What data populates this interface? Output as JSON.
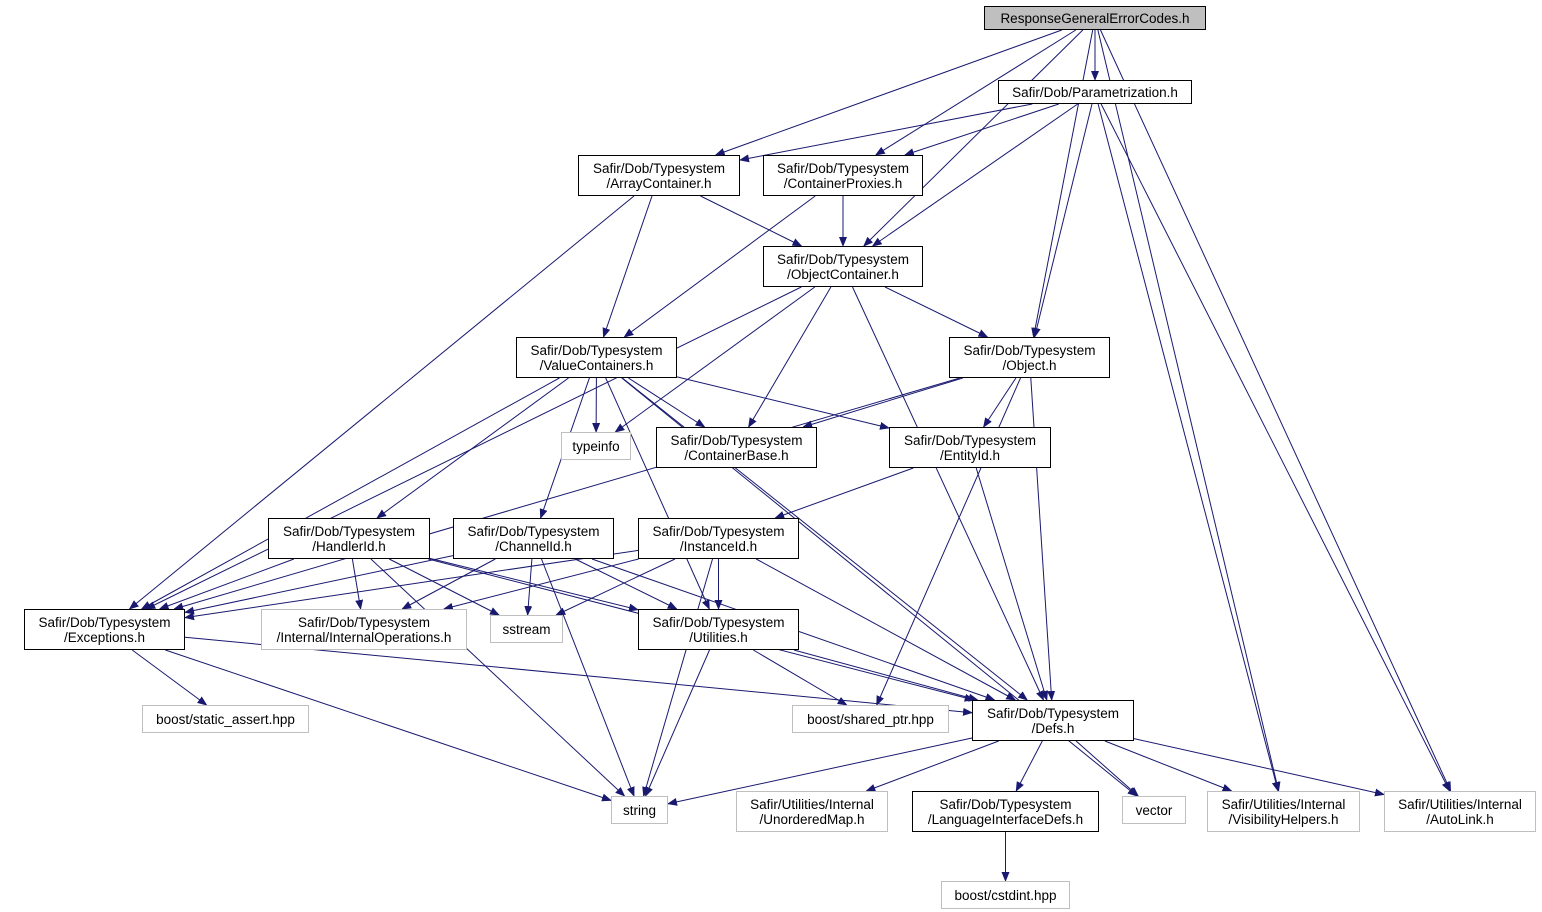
{
  "colors": {
    "edge": "#191970",
    "node_border": "#000000",
    "ext_border": "#bfbfbf",
    "root_fill": "#bfbfbf"
  },
  "nodes": {
    "root": {
      "lines": [
        "ResponseGeneralErrorCodes.h"
      ],
      "kind": "root"
    },
    "param": {
      "lines": [
        "Safir/Dob/Parametrization.h"
      ],
      "kind": "internal"
    },
    "arraycont": {
      "lines": [
        "Safir/Dob/Typesystem",
        "/ArrayContainer.h"
      ],
      "kind": "internal"
    },
    "contprox": {
      "lines": [
        "Safir/Dob/Typesystem",
        "/ContainerProxies.h"
      ],
      "kind": "internal"
    },
    "objcont": {
      "lines": [
        "Safir/Dob/Typesystem",
        "/ObjectContainer.h"
      ],
      "kind": "internal"
    },
    "valcont": {
      "lines": [
        "Safir/Dob/Typesystem",
        "/ValueContainers.h"
      ],
      "kind": "internal"
    },
    "object": {
      "lines": [
        "Safir/Dob/Typesystem",
        "/Object.h"
      ],
      "kind": "internal"
    },
    "typeinfo": {
      "lines": [
        "typeinfo"
      ],
      "kind": "external"
    },
    "contbase": {
      "lines": [
        "Safir/Dob/Typesystem",
        "/ContainerBase.h"
      ],
      "kind": "internal"
    },
    "entityid": {
      "lines": [
        "Safir/Dob/Typesystem",
        "/EntityId.h"
      ],
      "kind": "internal"
    },
    "handlerid": {
      "lines": [
        "Safir/Dob/Typesystem",
        "/HandlerId.h"
      ],
      "kind": "internal"
    },
    "channelid": {
      "lines": [
        "Safir/Dob/Typesystem",
        "/ChannelId.h"
      ],
      "kind": "internal"
    },
    "instanceid": {
      "lines": [
        "Safir/Dob/Typesystem",
        "/InstanceId.h"
      ],
      "kind": "internal"
    },
    "exceptions": {
      "lines": [
        "Safir/Dob/Typesystem",
        "/Exceptions.h"
      ],
      "kind": "internal"
    },
    "internalops": {
      "lines": [
        "Safir/Dob/Typesystem",
        "/Internal/InternalOperations.h"
      ],
      "kind": "external"
    },
    "sstream": {
      "lines": [
        "sstream"
      ],
      "kind": "external"
    },
    "utilities": {
      "lines": [
        "Safir/Dob/Typesystem",
        "/Utilities.h"
      ],
      "kind": "internal"
    },
    "staticassert": {
      "lines": [
        "boost/static_assert.hpp"
      ],
      "kind": "external"
    },
    "sharedptr": {
      "lines": [
        "boost/shared_ptr.hpp"
      ],
      "kind": "external"
    },
    "defs": {
      "lines": [
        "Safir/Dob/Typesystem",
        "/Defs.h"
      ],
      "kind": "internal"
    },
    "string": {
      "lines": [
        "string"
      ],
      "kind": "external"
    },
    "unorderedmap": {
      "lines": [
        "Safir/Utilities/Internal",
        "/UnorderedMap.h"
      ],
      "kind": "external"
    },
    "langdefs": {
      "lines": [
        "Safir/Dob/Typesystem",
        "/LanguageInterfaceDefs.h"
      ],
      "kind": "internal"
    },
    "vector": {
      "lines": [
        "vector"
      ],
      "kind": "external"
    },
    "visibility": {
      "lines": [
        "Safir/Utilities/Internal",
        "/VisibilityHelpers.h"
      ],
      "kind": "external"
    },
    "autolink": {
      "lines": [
        "Safir/Utilities/Internal",
        "/AutoLink.h"
      ],
      "kind": "external"
    },
    "cstdint": {
      "lines": [
        "boost/cstdint.hpp"
      ],
      "kind": "external"
    }
  },
  "edges": [
    [
      "root",
      "param"
    ],
    [
      "root",
      "arraycont"
    ],
    [
      "root",
      "contprox"
    ],
    [
      "root",
      "objcont"
    ],
    [
      "root",
      "object"
    ],
    [
      "root",
      "visibility"
    ],
    [
      "root",
      "autolink"
    ],
    [
      "param",
      "arraycont"
    ],
    [
      "param",
      "contprox"
    ],
    [
      "param",
      "objcont"
    ],
    [
      "param",
      "object"
    ],
    [
      "param",
      "visibility"
    ],
    [
      "param",
      "autolink"
    ],
    [
      "arraycont",
      "objcont"
    ],
    [
      "arraycont",
      "valcont"
    ],
    [
      "arraycont",
      "exceptions"
    ],
    [
      "contprox",
      "objcont"
    ],
    [
      "contprox",
      "valcont"
    ],
    [
      "objcont",
      "object"
    ],
    [
      "objcont",
      "typeinfo"
    ],
    [
      "objcont",
      "contbase"
    ],
    [
      "objcont",
      "exceptions"
    ],
    [
      "objcont",
      "defs"
    ],
    [
      "valcont",
      "typeinfo"
    ],
    [
      "valcont",
      "contbase"
    ],
    [
      "valcont",
      "entityid"
    ],
    [
      "valcont",
      "handlerid"
    ],
    [
      "valcont",
      "channelid"
    ],
    [
      "valcont",
      "exceptions"
    ],
    [
      "valcont",
      "utilities"
    ],
    [
      "valcont",
      "defs"
    ],
    [
      "valcont",
      "vector"
    ],
    [
      "object",
      "contbase"
    ],
    [
      "object",
      "entityid"
    ],
    [
      "object",
      "exceptions"
    ],
    [
      "object",
      "sharedptr"
    ],
    [
      "object",
      "defs"
    ],
    [
      "entityid",
      "instanceid"
    ],
    [
      "entityid",
      "defs"
    ],
    [
      "handlerid",
      "exceptions"
    ],
    [
      "handlerid",
      "internalops"
    ],
    [
      "handlerid",
      "sstream"
    ],
    [
      "handlerid",
      "utilities"
    ],
    [
      "handlerid",
      "defs"
    ],
    [
      "handlerid",
      "string"
    ],
    [
      "channelid",
      "exceptions"
    ],
    [
      "channelid",
      "internalops"
    ],
    [
      "channelid",
      "sstream"
    ],
    [
      "channelid",
      "utilities"
    ],
    [
      "channelid",
      "defs"
    ],
    [
      "channelid",
      "string"
    ],
    [
      "instanceid",
      "exceptions"
    ],
    [
      "instanceid",
      "internalops"
    ],
    [
      "instanceid",
      "sstream"
    ],
    [
      "instanceid",
      "utilities"
    ],
    [
      "instanceid",
      "defs"
    ],
    [
      "instanceid",
      "string"
    ],
    [
      "exceptions",
      "staticassert"
    ],
    [
      "exceptions",
      "defs"
    ],
    [
      "exceptions",
      "string"
    ],
    [
      "utilities",
      "sharedptr"
    ],
    [
      "utilities",
      "defs"
    ],
    [
      "utilities",
      "string"
    ],
    [
      "defs",
      "string"
    ],
    [
      "defs",
      "unorderedmap"
    ],
    [
      "defs",
      "langdefs"
    ],
    [
      "defs",
      "vector"
    ],
    [
      "defs",
      "visibility"
    ],
    [
      "defs",
      "autolink"
    ],
    [
      "langdefs",
      "cstdint"
    ]
  ]
}
